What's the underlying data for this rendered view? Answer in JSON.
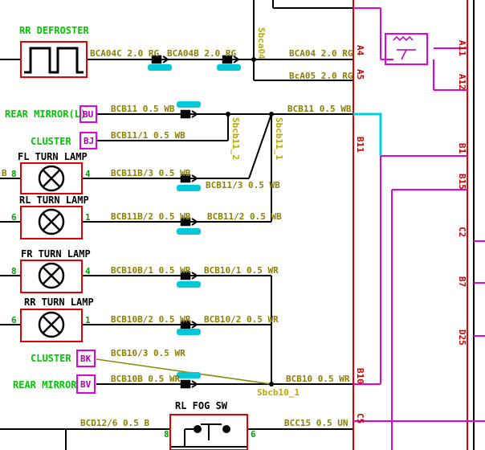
{
  "components": {
    "rr_defroster": "RR DEFROSTER",
    "rear_mirror_l": "REAR MIRROR(L)",
    "cluster_1": "CLUSTER",
    "fl_turn_lamp": "FL TURN LAMP",
    "rl_turn_lamp": "RL TURN LAMP",
    "fr_turn_lamp": "FR TURN LAMP",
    "rr_turn_lamp": "RR TURN LAMP",
    "cluster_2": "CLUSTER",
    "rear_mirror": "REAR MIRROR",
    "rl_fog_sw": "RL FOG SW"
  },
  "connectors": {
    "bu": "BU",
    "bj": "BJ",
    "bk": "BK",
    "bv": "BV"
  },
  "wires": {
    "bca04c": "BCA04C 2.0 RG",
    "bca04b": "BCA04B 2.0 RG",
    "bca04": "BCA04 2.0 RG",
    "bca05": "BcA05 2.0 RG",
    "bcb11": "BCB11 0.5 WB",
    "bcb11_1": "BCB11/1 0.5 WB",
    "bcb11b_3": "BCB11B/3 0.5 WB",
    "bcb11_3": "BCB11/3 0.5 WB",
    "bcb11b_2": "BCB11B/2 0.5 WB",
    "bcb11_2": "BCB11/2 0.5 WB",
    "bcb10b_1": "BCB10B/1 0.5 WR",
    "bcb10_1": "BCB10/1 0.5 WR",
    "bcb10b_2": "BCB10B/2 0.5 WR",
    "bcb10_2": "BCB10/2 0.5 WR",
    "bcb10_3": "BCB10/3 0.5 WR",
    "bcb10b": "BCB10B 0.5 WR",
    "bcb10": "BCB10 0.5 WR",
    "bcd12_6": "BCD12/6 0.5 B",
    "bcc15": "BCC15 0.5 UN"
  },
  "splices": {
    "sbca04": "Sbca04",
    "sbcb11_2": "Sbcb11_2",
    "sbcb11_1": "Sbcb11_1",
    "sbcb10_1": "Sbcb10_1"
  },
  "pins": {
    "a4": "A4",
    "a5": "A5",
    "b11": "B11",
    "b10": "B10",
    "c5": "C5",
    "a11": "A11",
    "a12": "A12",
    "b1": "B1",
    "b15": "B15",
    "c2": "C2",
    "b7": "B7",
    "d25": "D25",
    "fl_left": "8",
    "fl_right": "4",
    "rl_left": "6",
    "rl_right": "1",
    "fr_left": "8",
    "fr_right": "4",
    "rr_left": "6",
    "rr_right": "1",
    "fog_pin": "8",
    "fog_pin2": "6",
    "b_left": "B"
  }
}
